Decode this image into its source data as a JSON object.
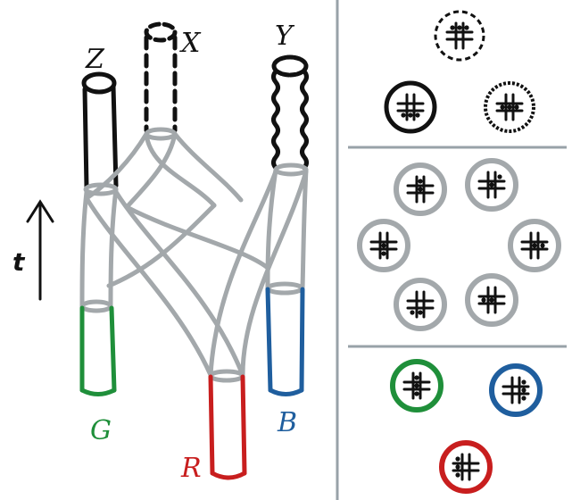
{
  "diagram": {
    "tube_labels": {
      "x": "X",
      "y": "Y",
      "z": "Z",
      "g": "G",
      "r": "R",
      "b": "B"
    },
    "time_label": "t",
    "colors": {
      "gray": "#a3a8ab",
      "black": "#111111",
      "green": "#1f8f3a",
      "red": "#c81e1e",
      "blue": "#1f5e9e",
      "divider": "#98a2a8"
    },
    "icon_names": {
      "grid": "tic-tac-toe-grid-icon",
      "time_arrow": "arrow-up-icon"
    }
  }
}
